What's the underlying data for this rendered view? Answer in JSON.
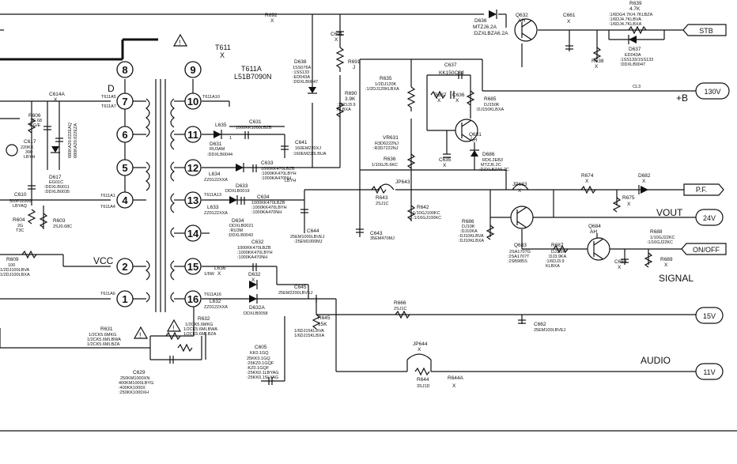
{
  "transformer": {
    "ref": "T611",
    "sub": "X",
    "part": "T611A",
    "partno": "L51B7090N",
    "pins": [
      "8",
      "9",
      "7",
      "10",
      "6",
      "11",
      "5",
      "12",
      "4",
      "13",
      "14",
      "2",
      "15",
      "1",
      "16"
    ],
    "pin_d_label": "D"
  },
  "terminals": [
    {
      "id": "stb",
      "label": "STB"
    },
    {
      "id": "b130",
      "label": "130V"
    },
    {
      "id": "pf",
      "label": "P.F."
    },
    {
      "id": "v24",
      "label": "24V"
    },
    {
      "id": "onoff",
      "label": "ON/OFF"
    },
    {
      "id": "v15",
      "label": "15V"
    },
    {
      "id": "v11",
      "label": "11V"
    }
  ],
  "signals": {
    "plus_b": "+B",
    "vout": "VOUT",
    "signal": "SIGNAL",
    "audio": "AUDIO",
    "vcc": "VCC",
    "cl3": "CL3"
  },
  "labels": {
    "r692": "R692",
    "r692v": "X",
    "d636": "D636",
    "d636a": "MTZJ6.2A",
    "d636b": ":DZXLBZA6.2A",
    "q632": "Q632",
    "q632v": "AH",
    "c661": "C661",
    "c661v": "X",
    "r639": "R639",
    "r639a": "4.7K",
    "r639b": ":1/6DG4.7K/4.7KLBZA",
    "r639c": ":1/6DJ4.7KLBVA",
    "r639d": ":1/6DJ4.7KLBXA",
    "d637": "D637",
    "d637a": "ED043A",
    "d637b": ":1SS133/1SS133",
    "d637c": ":DDXLB0047",
    "r638": "R638",
    "r638v": "X",
    "c691": "C691",
    "c691v": "X",
    "d638": "D638",
    "d638a": "1SS076A",
    "d638b": ":1SS133",
    "d638c": ":ED043A",
    "d638d": ":DDXLB0047",
    "r691": "R691",
    "r691v": "J",
    "r690": "R690",
    "r690a": "3.9K",
    "r690b": ":1/6DJ3.9",
    "r690c": "KLBXA",
    "r635": "R635",
    "r635a": "1/2DJ120K",
    "r635b": ":1/2DJ120KLBXA",
    "c637": "C637",
    "c637v": "KK150CSJ",
    "r637": "R637",
    "r637v": "X",
    "c636": "C636",
    "c636v": "X",
    "vr631": "VR631",
    "vr631a": "R3D6222NJ",
    "vr631b": ":R3D7222NJ",
    "r636": "R636",
    "r636a": "1/10GJ5.6KC",
    "c635": "C635",
    "c635v": "X",
    "q631": "Q631",
    "q631v": "AH",
    "r685": "R685",
    "r685a": "DJ150K",
    "r685b": ":DJ150KLBXA",
    "d686": "D686",
    "d686a": "RD6.2EB3",
    "d686b": "MTZJ6.2C",
    "d686c": ":DZXLBZA6.2C",
    "c614a": "C614A",
    "c614av": "X",
    "r606": "R606",
    "r606a": "1G.68",
    "r606b": "KG/E",
    "c617": "C617",
    "c617a": "220KK",
    "c617b": "390",
    "c617c": "LBYH",
    "c616": "680KA20.022EAQ",
    "c616b": "680KA20.022EZA",
    "d617": "D617",
    "d617a": "EG01C",
    "d617b": ":DDXLB0011",
    "d617c": ":DDXLB0035",
    "c610": "C610",
    "c610a": "500FJ2200",
    "c610b": "LBYAQ",
    "r604": "R604",
    "r604a": "2G",
    "r604b": "T3C",
    "r603": "R603",
    "r603a": "2SJ0.68C",
    "r609": "R609",
    "r609a": "100",
    "r609b": "1/2DJ100LBVA",
    "r609c": "1/2DJ100LBXA",
    "l635": "L635",
    "c631": "C631",
    "c631a": "1000KK1000LBZB",
    "d631": "D631",
    "d631a": "RU3AM",
    "d631b": ":DDXLB0044",
    "c641": "C641",
    "c641a": "160EM220XJ",
    "c641b": ":160EM220LBUA",
    "c633": "C633",
    "c633a": "1000KK470LBZB",
    "c633b": ":1000KK470LBYH",
    "c633c": ":1000KA470NH",
    "l634": "L634",
    "l634a": "ZZ0122XXA",
    "d633": "D633",
    "d633a": "DDXLB0019",
    "c634": "C634",
    "c634a": "1000KK470LBZB",
    "c634b": ":1000KK470LBYH",
    "c634c": ":1000KA470NH",
    "l633": "L633",
    "l633a": "ZZ0122XXA",
    "d634": "D634",
    "d634a": "DDXLB0021",
    "d634b": ":RU3M",
    "d634c": ":DDXLB0043",
    "c644": "C644",
    "c644a": "25EM1000LBVEJ",
    "c644b": ":25EM1000MJ",
    "c632": "C632",
    "c632a": "1000KK470LBZB",
    "c632b": ":1000KK470LBYH",
    "c632c": ":1000KA470NH",
    "l636": "L636",
    "l636v": "X",
    "d632": "D632",
    "d632a": "X",
    "l632": "L632",
    "l632a": "ZZ0122XXA",
    "d632a_ref": "D632A",
    "d632a_v": "DDXLB0058",
    "c645": "C645",
    "c645a": "25EM2200LBVEJ",
    "r645": "R645",
    "r645a": "15K",
    "r645b": "1/6DJ15KLBVA",
    "r645c": "1/6DJ15KLBXA",
    "c605": "C605",
    "c605a": "KK0.1GQ",
    "c605b": "25KK0.1GQ",
    "c605c": ":25KZ0.1GQF",
    "c605d": ":KZ0.1GQF",
    "c605e": ":25KK0.1LBYAG",
    "c605f": ":25KK0.1SLYAG",
    "c629": "C629",
    "c629a": "250KM1000XN",
    "c629b": "400KM1000LBYG",
    "c629c": ":400KK1000X",
    "c629d": ":250KK1000XH",
    "r631": "R631",
    "r631a": "1/2CK5.6MKG",
    "r631b": "1/2CK5.6MLBWA",
    "r631c": "1/2CK5.6MLBZA",
    "r632": "R632",
    "r632a": "1/2CK5.6MKG",
    "r632b": "1/2CK5.6MLBWA",
    "r632c": "1/2CK5.6MLBZA",
    "jp643": "JP643",
    "r643": "R643",
    "r643a": "2SJ1C",
    "r642": "R642",
    "r642a": "1/10GJ100KC",
    "r642b": ":1/16GJ100KC",
    "c643": "C643",
    "c643a": "35EM470MJ",
    "r674": "R674",
    "r674v": "X",
    "d682": "D682",
    "d682v": "X",
    "r675": "R675",
    "r675v": "X",
    "jp683": "JP683",
    "jp683v": "X",
    "r686": "R686",
    "r686a": "DJ10K",
    "r686b": ":DJ10KA",
    "r686c": ":DJ10KLBVA",
    "r686d": ":DJ10KLBXA",
    "q683": "Q683",
    "q683a": "2SA1707G",
    "q683b": ":2SA1707T",
    "q683c": ":2SB985S",
    "r687": "R687",
    "r687a": "DJ3.9K",
    "r687b": ":DJ3.9KA",
    "r687c": ":1/6DJ3.9",
    "r687d": "KLBXA",
    "q684": "Q684",
    "q684v": "AH",
    "r688": "R688",
    "r688a": "1/10GJ22KC",
    "r688b": ":1/16GJ22KC",
    "c663": "C663",
    "c663v": "X",
    "r689": "R689",
    "r689v": "X",
    "r666": "R666",
    "r666a": "2SJ1C",
    "c662": "C662",
    "c662a": "25EM100LBVEJ",
    "jp644": "JP644",
    "jp644v": "X",
    "r644": "R644",
    "r644a": "3SJ1D",
    "r644a_ref": "R644A",
    "r644a_v": "X",
    "tp_t611a5": "T611A5",
    "tp_t611a10": "T611A10",
    "tp_t611a7": "T611A7",
    "tp_t611a1": "T611A1",
    "tp_t611a4": "T611A4",
    "tp_t611a16": "T611A16",
    "tp_t611a13": "T611A13",
    "tp_t611a6": "T611A6",
    "misc_1": "1",
    "misc_16mw": "1/6W",
    "misc_lbyh": "LBYH"
  },
  "warnings": [
    "caution-triangle",
    "caution-triangle",
    "caution-triangle"
  ]
}
